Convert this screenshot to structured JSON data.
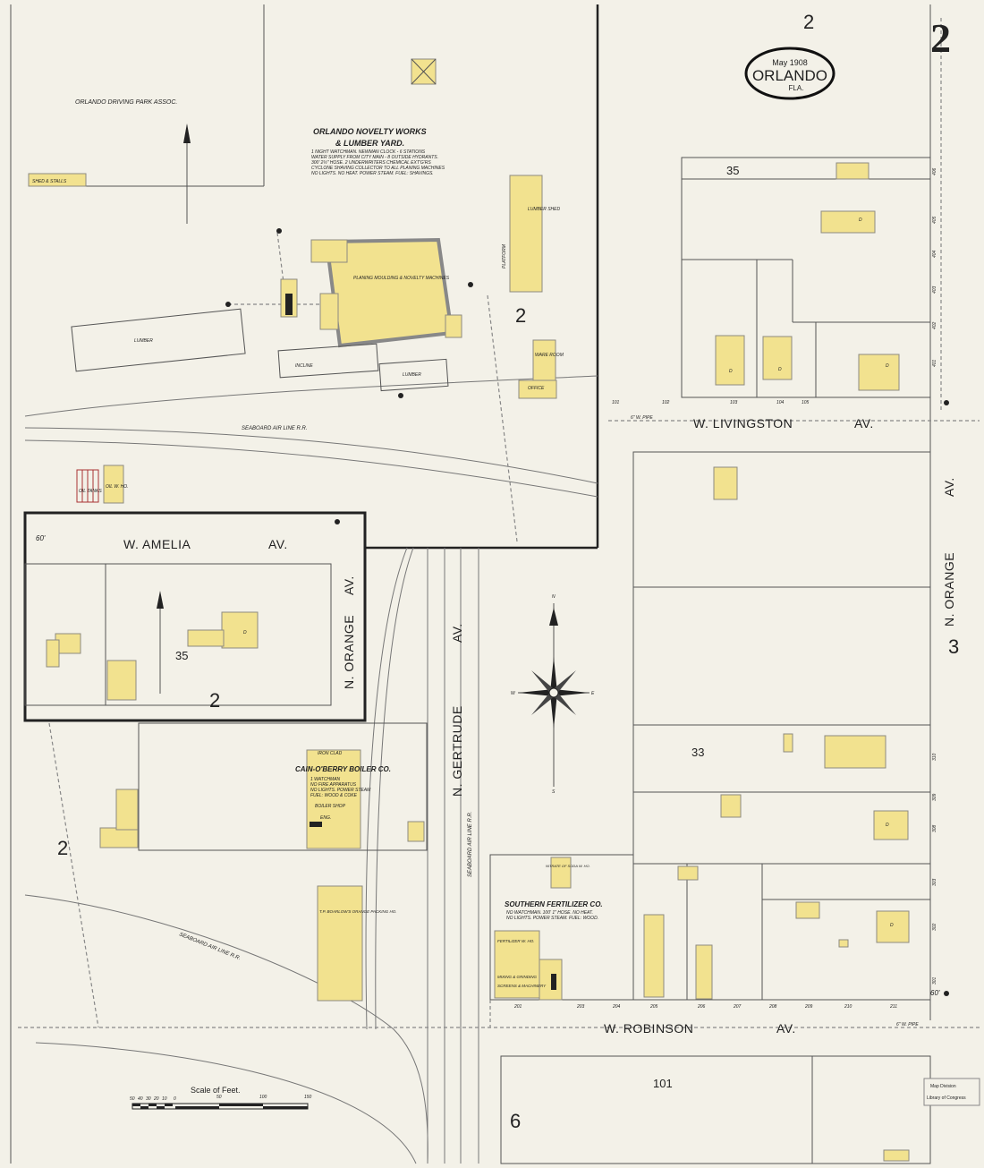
{
  "title_cartouche": {
    "date": "May 1908",
    "city": "ORLANDO",
    "state": "FLA."
  },
  "sheet_number": "2",
  "colors": {
    "paper": "#f3f1e8",
    "frame_building": "#f2e28f",
    "outline": "#222222"
  },
  "streets": {
    "livingston": "W. LIVINGSTON",
    "livingston_av": "AV.",
    "robinson": "W. ROBINSON",
    "robinson_av": "AV.",
    "amelia": "W. AMELIA",
    "amelia_av": "AV.",
    "gertrude": "N. GERTRUDE",
    "gertrude_av": "AV.",
    "orange": "N. ORANGE",
    "orange_av": "AV.",
    "inset_orange": "N. ORANGE",
    "inset_orange_av": "AV."
  },
  "block_numbers": [
    "35",
    "33",
    "35",
    "101"
  ],
  "adjoining_sheets": [
    "2",
    "2",
    "2",
    "2",
    "3",
    "6"
  ],
  "railroads": {
    "seaboard_top": "SEABOARD AIR LINE R.R.",
    "seaboard_mid": "SEABOARD AIR LINE R.R.",
    "seaboard_bottom": "SEABOARD AIR LINE R.R."
  },
  "labels": {
    "driving_park": "ORLANDO DRIVING PARK ASSOC.",
    "shed_stalls": "SHED & STALLS",
    "novelty_title": "ORLANDO NOVELTY WORKS",
    "novelty_subtitle": "& LUMBER YARD.",
    "novelty_notes": [
      "1 NIGHT WATCHMAN. NEWMAN CLOCK - 6 STATIONS",
      "WATER SUPPLY FROM CITY MAIN - 8 OUTSIDE HYDRANTS.",
      "300' 2½\" HOSE. 2 UNDERWRITERS CHEMICAL EXT'G'RS",
      "CYCLONE SHAVING COLLECTOR TO ALL PLANING MACHINES",
      "NO LIGHTS. NO HEAT. POWER STEAM. FUEL: SHAVINGS."
    ],
    "planing": "PLANING MOULDING & NOVELTY MACHINES",
    "lumber_shed": "LUMBER SHED",
    "platform": "PLATFORM",
    "lumber": "LUMBER",
    "incline": "INCLINE",
    "warehouse": "WARE ROOM",
    "office": "OFFICE",
    "oil_tanks": "OIL TANKS",
    "oil_wh": "OIL W. HO.",
    "cain_oberry": "CAIN-O'BERRY BOILER CO.",
    "cain_notes": [
      "1 WATCHMAN",
      "NO FIRE APPARATUS",
      "NO LIGHTS. POWER STEAM",
      "FUEL: WOOD & COKE"
    ],
    "boiler_shop": "BOILER SHOP",
    "iron_clad": "IRON CLAD",
    "eng": "ENG.",
    "boarlow": "T.P. BOARLOW'S ORANGE PACKING HO.",
    "southern": "SOUTHERN FERTILIZER CO.",
    "southern_notes": [
      "NO WATCHMAN. 100' 1\" HOSE. NO HEAT.",
      "NO LIGHTS. POWER STEAM. FUEL: WOOD."
    ],
    "nitrate": "NITRATE OF SODA W. HO.",
    "fertilizer_wh": "FERTILIZER W. HO.",
    "mixing": "MIXING & GRINDING",
    "screens": "SCREENS & MACHINERY",
    "water_pipe": "6\" W. PIPE",
    "dwelling": "D",
    "compass_n": "N",
    "compass_s": "S",
    "compass_e": "E",
    "compass_w": "W",
    "width_60": "60'",
    "lib_stamp_1": "Map Division",
    "lib_stamp_2": "Library of Congress"
  },
  "house_numbers": {
    "livingston": [
      "101",
      "102",
      "103",
      "104",
      "105"
    ],
    "robinson": [
      "201",
      "203",
      "204",
      "205",
      "206",
      "207",
      "208",
      "209",
      "210",
      "211"
    ],
    "orange": [
      "406",
      "405",
      "404",
      "403",
      "402",
      "401"
    ],
    "orange_lower": [
      "310",
      "309",
      "308",
      "303",
      "302",
      "301"
    ]
  },
  "scale": {
    "title": "Scale of Feet.",
    "ticks": [
      "50",
      "40",
      "30",
      "20",
      "10",
      "0",
      "50",
      "100",
      "150"
    ]
  }
}
